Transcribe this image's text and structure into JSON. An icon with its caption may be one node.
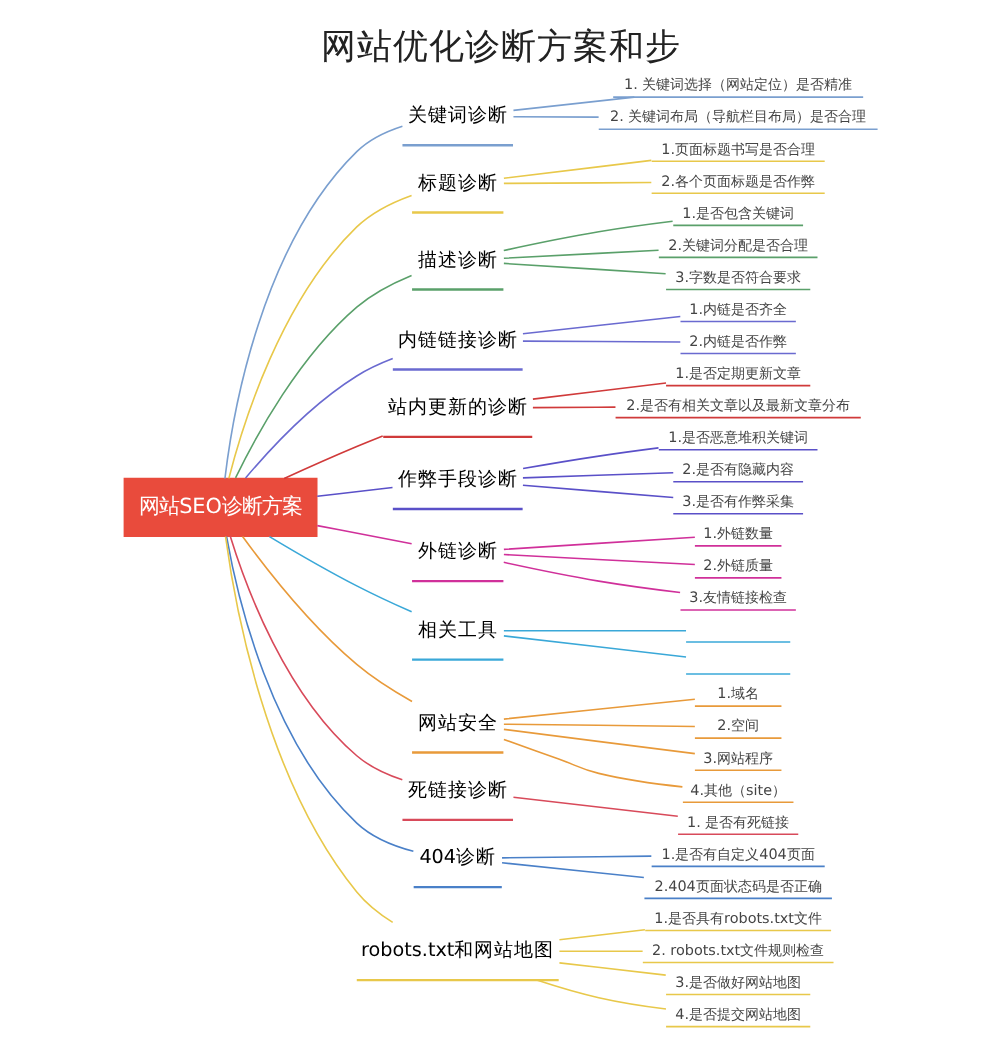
{
  "diagram": {
    "title": "网站优化诊断方案和步",
    "nodes": [
      {
        "text": [
          "网站SEO诊断方案"
        ]
      },
      {
        "text": [
          "关键词诊断"
        ]
      },
      {
        "text": [
          "1. 关键词选择（网站定位）是否精准"
        ]
      },
      {
        "text": [
          "2. 关键词布局（导航栏目布局）是否合理"
        ]
      },
      {
        "text": [
          "标题诊断"
        ]
      },
      {
        "text": [
          "1.页面标题书写是否合理"
        ]
      },
      {
        "text": [
          "2.各个页面标题是否作弊"
        ]
      },
      {
        "text": [
          "描述诊断"
        ]
      },
      {
        "text": [
          "1.是否包含关键词"
        ]
      },
      {
        "text": [
          "2.关键词分配是否合理"
        ]
      },
      {
        "text": [
          "3.字数是否符合要求"
        ]
      },
      {
        "text": [
          "内链链接诊断"
        ]
      },
      {
        "text": [
          "1.内链是否齐全"
        ]
      },
      {
        "text": [
          "2.内链是否作弊"
        ]
      },
      {
        "text": [
          "站内更新的诊断"
        ]
      },
      {
        "text": [
          "1.是否定期更新文章"
        ]
      },
      {
        "text": [
          "2.是否有相关文章以及最新文章分布"
        ]
      },
      {
        "text": [
          "作弊手段诊断"
        ]
      },
      {
        "text": [
          "1.是否恶意堆积关键词"
        ]
      },
      {
        "text": [
          "2.是否有隐藏内容"
        ]
      },
      {
        "text": [
          "3.是否有作弊采集"
        ]
      },
      {
        "text": [
          "外链诊断"
        ]
      },
      {
        "text": [
          "1.外链数量"
        ]
      },
      {
        "text": [
          "2.外链质量"
        ]
      },
      {
        "text": [
          "3.友情链接检查"
        ]
      },
      {
        "text": [
          "相关工具"
        ]
      },
      {
        "text": [],
        "shape": "box"
      },
      {
        "text": [],
        "shape": "box"
      },
      {
        "text": [
          "网站安全"
        ]
      },
      {
        "text": [
          "1.域名"
        ]
      },
      {
        "text": [
          "2.空间"
        ]
      },
      {
        "text": [
          "3.网站程序"
        ]
      },
      {
        "text": [
          "4.其他（site）"
        ]
      },
      {
        "text": [
          "死链接诊断"
        ]
      },
      {
        "text": [
          "1. 是否有死链接"
        ]
      },
      {
        "text": [
          "404诊断"
        ]
      },
      {
        "text": [
          "1.是否有自定义404页面"
        ]
      },
      {
        "text": [
          "2.404页面状态码是否正确"
        ]
      },
      {
        "text": [
          "robots.txt和网站地图"
        ]
      },
      {
        "text": [
          "1.是否具有robots.txt文件"
        ]
      },
      {
        "text": [
          "2. robots.txt文件规则检查"
        ]
      },
      {
        "text": [
          "3.是否做好网站地图"
        ]
      },
      {
        "text": [
          "4.是否提交网站地图"
        ]
      }
    ],
    "edges": [
      {
        "from": 0,
        "to": 1,
        "arrow": "none",
        "color": "#7a9fcf"
      },
      {
        "from": 1,
        "to": 2,
        "arrow": "none",
        "color": "#7a9fcf"
      },
      {
        "from": 1,
        "to": 3,
        "arrow": "none",
        "color": "#7a9fcf"
      },
      {
        "from": 0,
        "to": 4,
        "arrow": "none",
        "color": "#e8c84a"
      },
      {
        "from": 4,
        "to": 5,
        "arrow": "none",
        "color": "#e8c84a"
      },
      {
        "from": 4,
        "to": 6,
        "arrow": "none",
        "color": "#e8c84a"
      },
      {
        "from": 0,
        "to": 7,
        "arrow": "none",
        "color": "#5aa06a"
      },
      {
        "from": 7,
        "to": 8,
        "arrow": "none",
        "color": "#5aa06a"
      },
      {
        "from": 7,
        "to": 9,
        "arrow": "none",
        "color": "#5aa06a"
      },
      {
        "from": 7,
        "to": 10,
        "arrow": "none",
        "color": "#5aa06a"
      },
      {
        "from": 0,
        "to": 11,
        "arrow": "none",
        "color": "#6a6ad0"
      },
      {
        "from": 11,
        "to": 12,
        "arrow": "none",
        "color": "#6a6ad0"
      },
      {
        "from": 11,
        "to": 13,
        "arrow": "none",
        "color": "#6a6ad0"
      },
      {
        "from": 0,
        "to": 14,
        "arrow": "none",
        "color": "#d03a3a"
      },
      {
        "from": 14,
        "to": 15,
        "arrow": "none",
        "color": "#d03a3a"
      },
      {
        "from": 14,
        "to": 16,
        "arrow": "none",
        "color": "#d03a3a"
      },
      {
        "from": 0,
        "to": 17,
        "arrow": "none",
        "color": "#5a50c8"
      },
      {
        "from": 17,
        "to": 18,
        "arrow": "none",
        "color": "#5a50c8"
      },
      {
        "from": 17,
        "to": 19,
        "arrow": "none",
        "color": "#5a50c8"
      },
      {
        "from": 17,
        "to": 20,
        "arrow": "none",
        "color": "#5a50c8"
      },
      {
        "from": 0,
        "to": 21,
        "arrow": "none",
        "color": "#d0309a"
      },
      {
        "from": 21,
        "to": 22,
        "arrow": "none",
        "color": "#d0309a"
      },
      {
        "from": 21,
        "to": 23,
        "arrow": "none",
        "color": "#d0309a"
      },
      {
        "from": 21,
        "to": 24,
        "arrow": "none",
        "color": "#d0309a"
      },
      {
        "from": 0,
        "to": 25,
        "arrow": "none",
        "color": "#3aa8d8"
      },
      {
        "from": 25,
        "to": 26,
        "arrow": "none",
        "color": "#3aa8d8"
      },
      {
        "from": 25,
        "to": 27,
        "arrow": "none",
        "color": "#3aa8d8"
      },
      {
        "from": 0,
        "to": 28,
        "arrow": "none",
        "color": "#e89a3a"
      },
      {
        "from": 28,
        "to": 29,
        "arrow": "none",
        "color": "#e89a3a"
      },
      {
        "from": 28,
        "to": 30,
        "arrow": "none",
        "color": "#e89a3a"
      },
      {
        "from": 28,
        "to": 31,
        "arrow": "none",
        "color": "#e89a3a"
      },
      {
        "from": 28,
        "to": 32,
        "arrow": "none",
        "color": "#e89a3a"
      },
      {
        "from": 0,
        "to": 33,
        "arrow": "none",
        "color": "#d84a5a"
      },
      {
        "from": 33,
        "to": 34,
        "arrow": "none",
        "color": "#d84a5a"
      },
      {
        "from": 0,
        "to": 35,
        "arrow": "none",
        "color": "#4a80c8"
      },
      {
        "from": 35,
        "to": 36,
        "arrow": "none",
        "color": "#4a80c8"
      },
      {
        "from": 35,
        "to": 37,
        "arrow": "none",
        "color": "#4a80c8"
      },
      {
        "from": 0,
        "to": 38,
        "arrow": "none",
        "color": "#e8c84a"
      },
      {
        "from": 38,
        "to": 39,
        "arrow": "none",
        "color": "#e8c84a"
      },
      {
        "from": 38,
        "to": 40,
        "arrow": "none",
        "color": "#e8c84a"
      },
      {
        "from": 38,
        "to": 41,
        "arrow": "none",
        "color": "#e8c84a"
      },
      {
        "from": 38,
        "to": 42,
        "arrow": "none",
        "color": "#e8c84a"
      }
    ]
  }
}
